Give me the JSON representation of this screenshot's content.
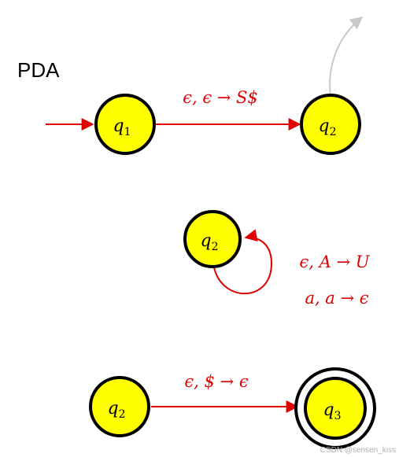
{
  "title": "PDA",
  "colors": {
    "state_fill": "#ffff00",
    "state_stroke": "#000000",
    "transition": "#e00000",
    "faint_arrow": "#c8c8c8"
  },
  "states": [
    {
      "id": "s1",
      "name": "q",
      "sub": "1"
    },
    {
      "id": "s2",
      "name": "q",
      "sub": "2"
    },
    {
      "id": "s3",
      "name": "q",
      "sub": "2"
    },
    {
      "id": "s4",
      "name": "q",
      "sub": "2"
    },
    {
      "id": "s5",
      "name": "q",
      "sub": "3",
      "accepting": true
    }
  ],
  "transitions": [
    {
      "id": "start",
      "from": null,
      "to": "s1",
      "labels": []
    },
    {
      "id": "t1",
      "from": "s1",
      "to": "s2",
      "labels": [
        "ϵ, ϵ → S$"
      ]
    },
    {
      "id": "t2",
      "from": "s3",
      "to": "s3",
      "labels": [
        "ϵ, A → U",
        "a, a → ϵ"
      ]
    },
    {
      "id": "t3",
      "from": "s4",
      "to": "s5",
      "labels": [
        "ϵ, $ → ϵ"
      ]
    }
  ],
  "watermark": "CSDN @sensen_kiss"
}
